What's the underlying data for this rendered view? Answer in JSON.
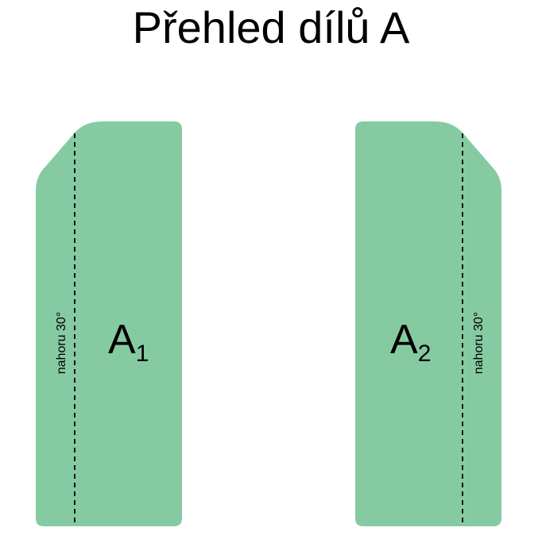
{
  "title": "Přehled dílů A",
  "colors": {
    "piece_fill": "#86caa2",
    "fold_line": "#111111"
  },
  "pieces": [
    {
      "letter": "A",
      "subscript": "1",
      "fold_label": "nahoru 30°"
    },
    {
      "letter": "A",
      "subscript": "2",
      "fold_label": "nahoru 30°"
    }
  ]
}
